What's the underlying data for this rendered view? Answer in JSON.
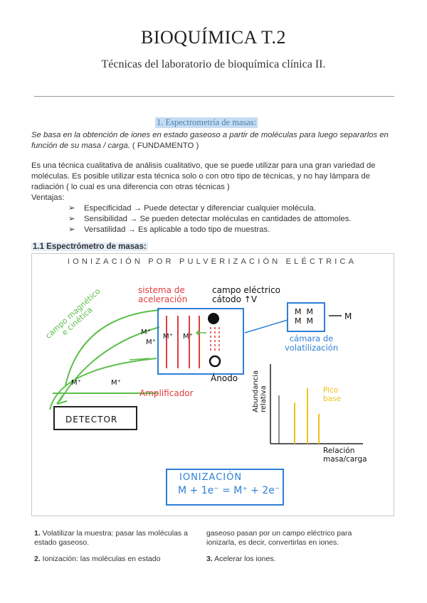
{
  "header": {
    "title": "BIOQUÍMICA T.2",
    "subtitle": "Técnicas del laboratorio de bioquímica clínica II."
  },
  "section": {
    "title": "1. Espectrometría de masas:",
    "fundamento_italic": "Se basa en la obtención de iones en estado gaseoso a partir de moléculas para luego separarlos en función de su masa / carga.",
    "fundamento_tag": " ( FUNDAMENTO )",
    "intro": "Es una técnica cualitativa de análisis cualitativo, que se puede utilizar para una gran variedad de moléculas. Es posible utilizar esta técnica solo o con otro tipo de técnicas, y no hay lámpara de radiación ( lo cual es una diferencia con otras técnicas )",
    "ventajas_label": "Ventajas:",
    "bullets": [
      "Especificidad → Puede detectar y diferenciar cualquier molécula.",
      "Sensibilidad → Se pueden detectar moléculas en cantidades de attomoles.",
      "Versatilidad → Es aplicable a todo tipo de muestras."
    ],
    "bullet_marker": "➢"
  },
  "subsection": {
    "title": "1.1 Espectrómetro de masas:"
  },
  "diagram": {
    "heading": "IONIZACIÓN POR PULVERIZACIÓN ELÉCTRICA",
    "sistema": [
      "sistema de",
      "aceleración"
    ],
    "campo": [
      "campo eléctrico",
      "cátodo ↑V"
    ],
    "camara": [
      "cámara de",
      "volatilización"
    ],
    "m_label": "M",
    "campo_magnetico": [
      "campo magnético",
      "e cinética"
    ],
    "mplus": "M⁺",
    "amplificador": "Amplificador",
    "anodo": "Ánodo",
    "detector": "DETECTOR",
    "abundancia": [
      "Abundancia",
      "relativa"
    ],
    "pico": [
      "Pico",
      "base"
    ],
    "relacion": [
      "Relación",
      "masa/carga"
    ],
    "ionizacion_title": "IONIZACIÓN",
    "ionizacion_eq": "M + 1e⁻ = M⁺ + 2e⁻",
    "colors": {
      "red": "#e23c3c",
      "blue": "#2e7fd6",
      "green": "#5cbf4a",
      "yellow": "#f1c21b"
    }
  },
  "steps": {
    "s1_num": "1.",
    "s1": " Volatilizar la muestra: pasar las moléculas a estado gaseoso.",
    "s2_num": "2.",
    "s2": " Ionización: las moléculas en estado",
    "s2_cont": "gaseoso pasan por un campo eléctrico para ionizarla, es decir, convertirlas en iones.",
    "s3_num": "3.",
    "s3": " Acelerar los iones."
  }
}
